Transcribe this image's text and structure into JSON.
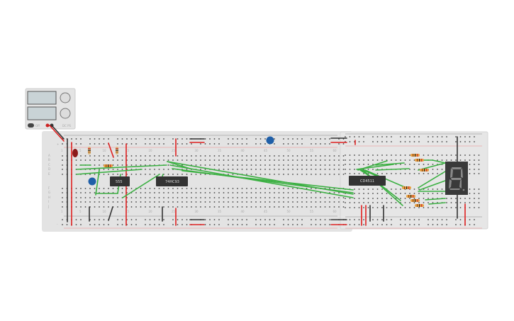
{
  "power_supply": {
    "switch_label": "Off",
    "brand_label": "DC PS"
  },
  "chips": [
    {
      "id": "timer",
      "label": "555"
    },
    {
      "id": "counter",
      "label": "74HC93"
    },
    {
      "id": "decoder",
      "label": "CD4511"
    }
  ],
  "breadboard": {
    "row_letters_top": [
      "A",
      "B",
      "C",
      "D",
      "E"
    ],
    "row_letters_bottom": [
      "F",
      "G",
      "H",
      "I",
      "J"
    ],
    "column_numbers": [
      "1",
      "5",
      "10",
      "15",
      "20",
      "25",
      "30",
      "35",
      "40",
      "45",
      "50",
      "55",
      "60"
    ],
    "rail_labels": {
      "plus": "+",
      "minus": "-"
    }
  },
  "display": {
    "type": "seven-segment",
    "shown_digit": "8"
  },
  "colors": {
    "wire": "#3cb043",
    "positive": "#e02020",
    "negative": "#333333",
    "board": "#e3e3e3",
    "capacitor": "#1f5fa8",
    "led": "#8b1a1a",
    "display": "#3a3a3a"
  }
}
